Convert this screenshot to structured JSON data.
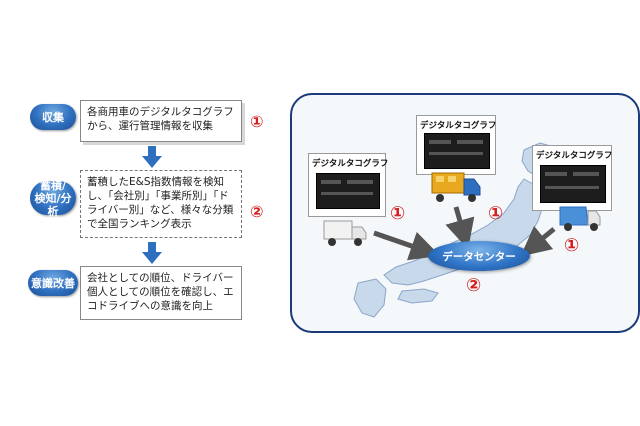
{
  "steps": [
    {
      "label": "収集",
      "text": "各商用車のデジタルタコグラフから、運行管理情報を収集",
      "marker": "①"
    },
    {
      "label": "蓄積/\n検知/分析",
      "text": "蓄積したE&S指数情報を検知し、「会社別」「事業所別」「ドライバー別」など、様々な分類で全国ランキング表示",
      "marker": "②"
    },
    {
      "label": "意識改善",
      "text": "会社としての順位、ドライバー個人としての順位を確認し、エコドライブへの意識を向上"
    }
  ],
  "map": {
    "device_label": "デジタルタコグラフ",
    "center_label": "データセンター",
    "marker_1": "①",
    "marker_2": "②"
  },
  "colors": {
    "accent_blue": "#2e6fbf",
    "marker_red": "#d42020",
    "arrow_gray": "#555555",
    "panel_border": "#1b3a7a"
  }
}
